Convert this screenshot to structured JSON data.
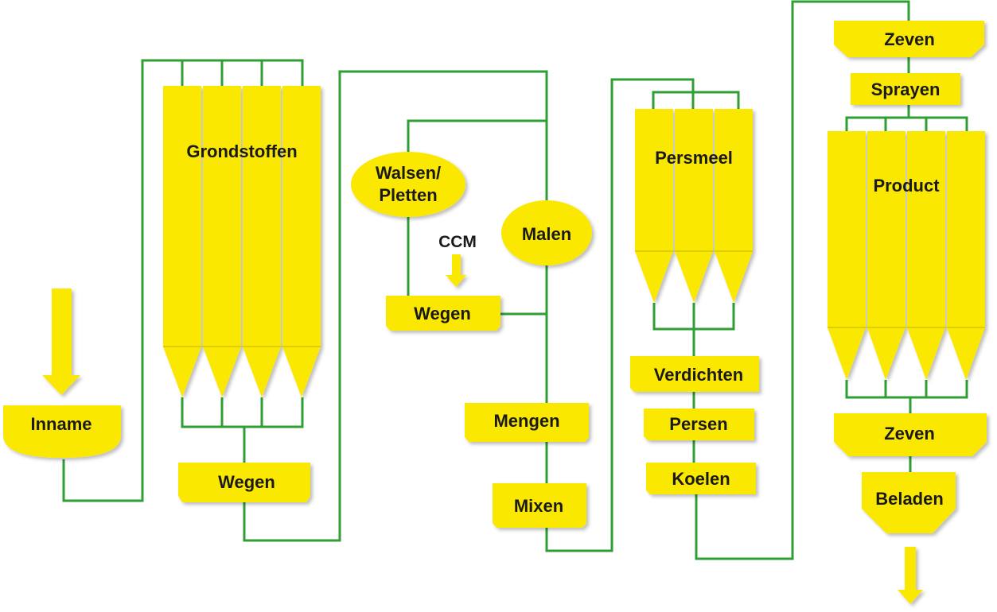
{
  "colors": {
    "line": "#2f9e33",
    "fill": "#fbe800",
    "text": "#1a1a1a"
  },
  "labels": {
    "inname": "Inname",
    "grondstoffen": "Grondstoffen",
    "wegen1": "Wegen",
    "walsen_line1": "Walsen/",
    "walsen_line2": "Pletten",
    "ccm": "CCM",
    "wegen2": "Wegen",
    "malen": "Malen",
    "mengen": "Mengen",
    "mixen": "Mixen",
    "persmeel": "Persmeel",
    "verdichten": "Verdichten",
    "persen": "Persen",
    "koelen": "Koelen",
    "zeven_top": "Zeven",
    "sprayen": "Sprayen",
    "product": "Product",
    "zeven_bottom": "Zeven",
    "beladen": "Beladen"
  },
  "icons": [
    "arrow-down-icon"
  ]
}
